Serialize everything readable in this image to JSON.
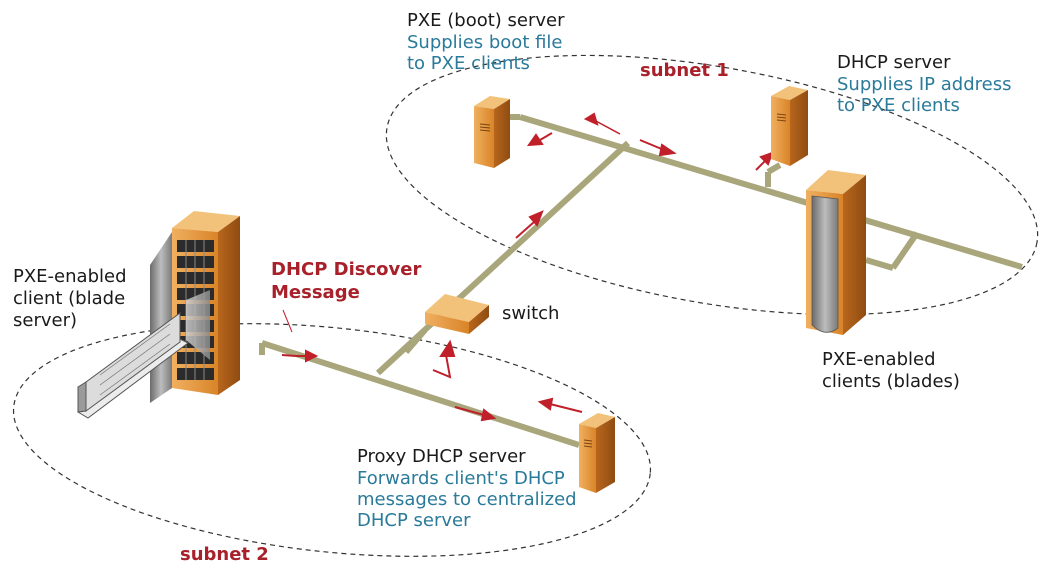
{
  "pxe_server": {
    "title": "PXE (boot) server",
    "desc_line1": "Supplies boot file",
    "desc_line2": "to PXE clients"
  },
  "dhcp_server": {
    "title": "DHCP server",
    "desc_line1": "Supplies IP address",
    "desc_line2": "to PXE clients"
  },
  "subnet1": "subnet 1",
  "subnet2": "subnet 2",
  "switch": "switch",
  "discover": {
    "line1": "DHCP Discover",
    "line2": "Message"
  },
  "client": {
    "line1": "PXE-enabled",
    "line2": "client (blade",
    "line3": "server)"
  },
  "blades": {
    "line1": "PXE-enabled",
    "line2": "clients (blades)"
  },
  "proxy": {
    "title": "Proxy DHCP server",
    "desc_line1": "Forwards client's DHCP",
    "desc_line2": "messages to centralized",
    "desc_line3": "DHCP server"
  },
  "colors": {
    "network_line": "#a8a67a",
    "arrow": "#c0202a",
    "server_body": "#e79a3a",
    "desc_text": "#2a7a9a",
    "accent_text": "#a8202a"
  }
}
